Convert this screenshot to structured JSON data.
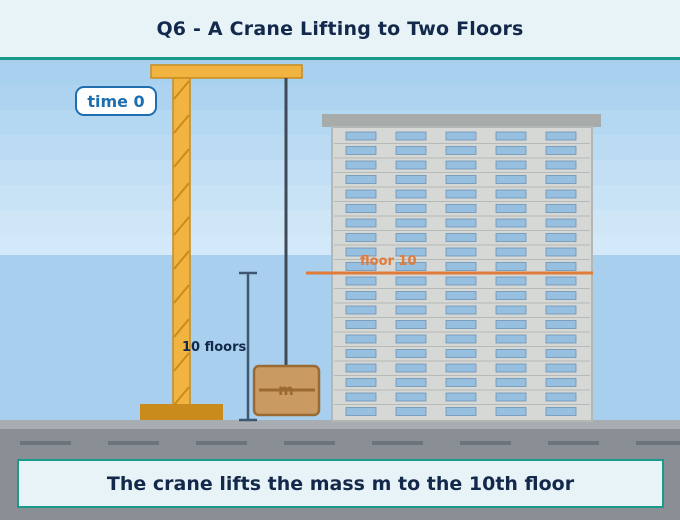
{
  "header": {
    "title": "Q6 - A Crane Lifting to Two Floors"
  },
  "badge": {
    "time_label": "time 0"
  },
  "building": {
    "floor_label": "floor 10",
    "floor_count": 20,
    "window_columns": 5
  },
  "dimension": {
    "label": "10 floors"
  },
  "mass": {
    "label": "m"
  },
  "caption": {
    "text": "The crane lifts the mass m to the 10th floor"
  },
  "colors": {
    "crane": "#f2b441",
    "crane_base": "#c98b1b",
    "cable": "#3e4a57",
    "floor_marker": "#e07b3a",
    "mass_fill": "#c99a62",
    "mass_stroke": "#9a6a32",
    "accent": "#1a9a8a"
  },
  "icons": [
    "crane",
    "building",
    "mass-crate"
  ]
}
